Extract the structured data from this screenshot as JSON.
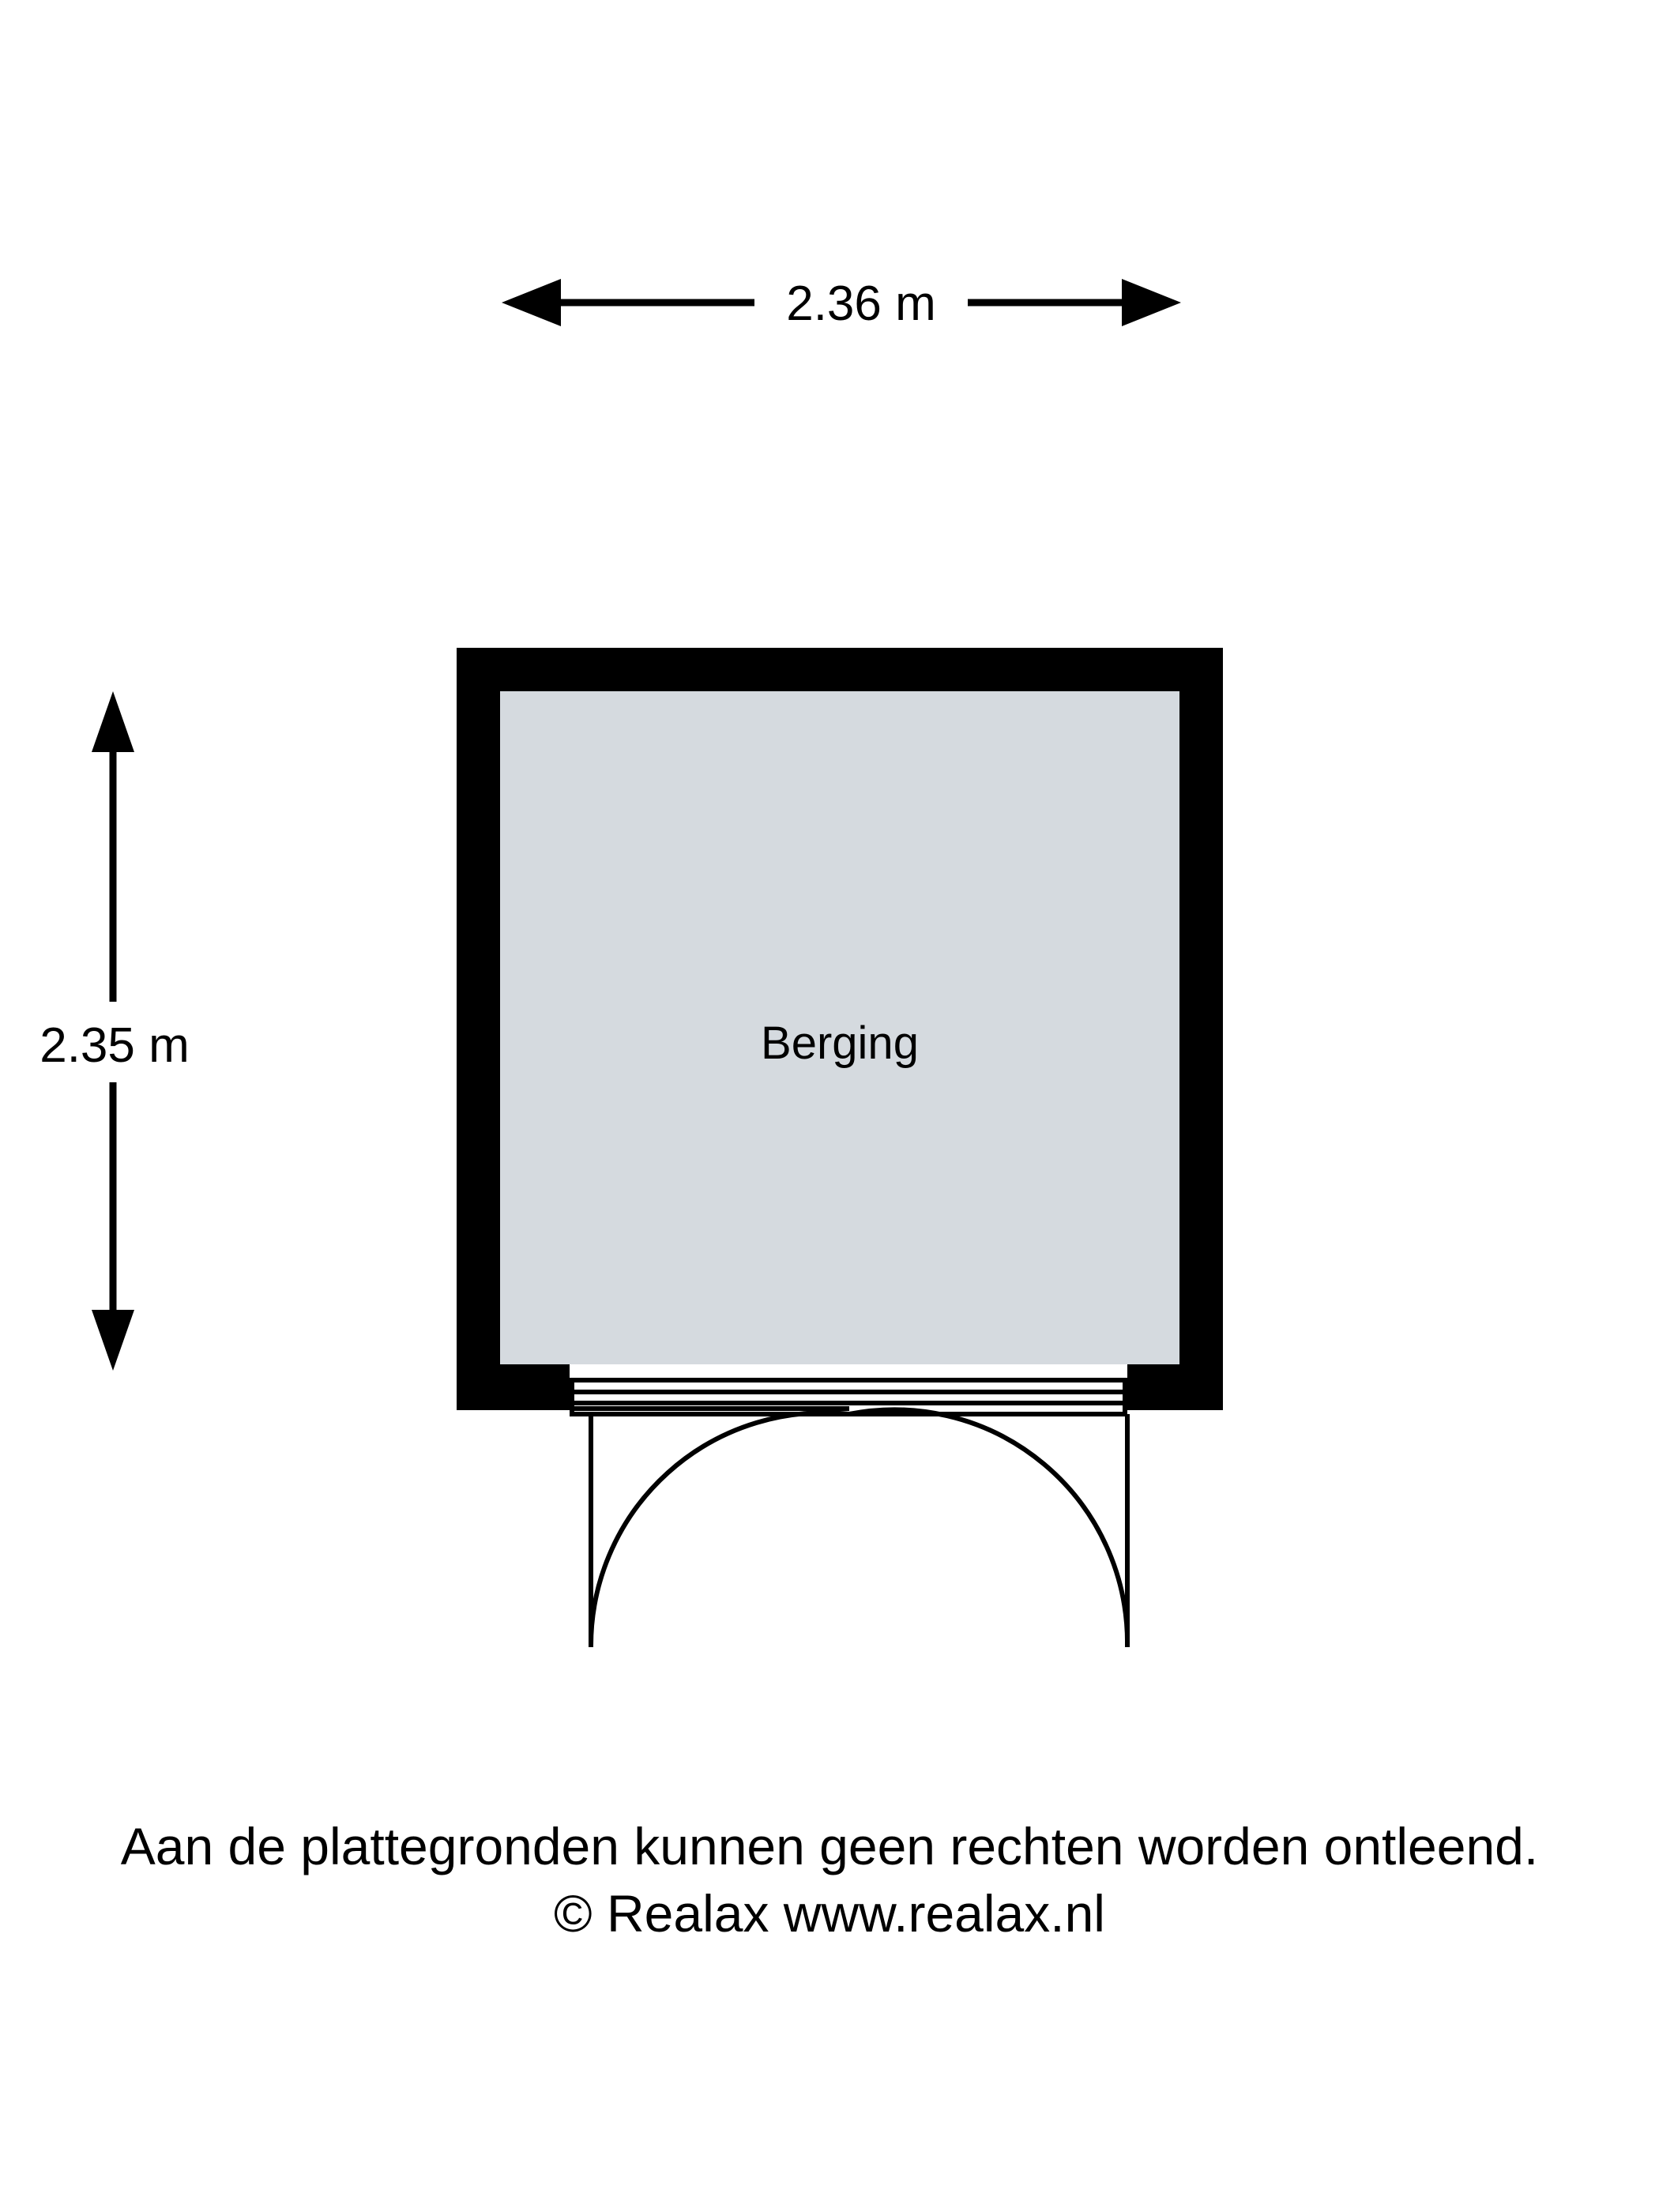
{
  "plan": {
    "room": {
      "label": "Berging",
      "fill_color": "#d5dadf",
      "wall_color": "#000000"
    },
    "dimensions": {
      "width_label": "2.36 m",
      "height_label": "2.35 m",
      "width_value": 2.36,
      "height_value": 2.35,
      "unit": "m"
    },
    "door": {
      "type": "double-swing-door",
      "leaf_count": 2,
      "swing": "outward"
    }
  },
  "footer": {
    "line1": "Aan de plattegronden kunnen geen rechten worden ontleend.",
    "line2": "© Realax www.realax.nl"
  }
}
